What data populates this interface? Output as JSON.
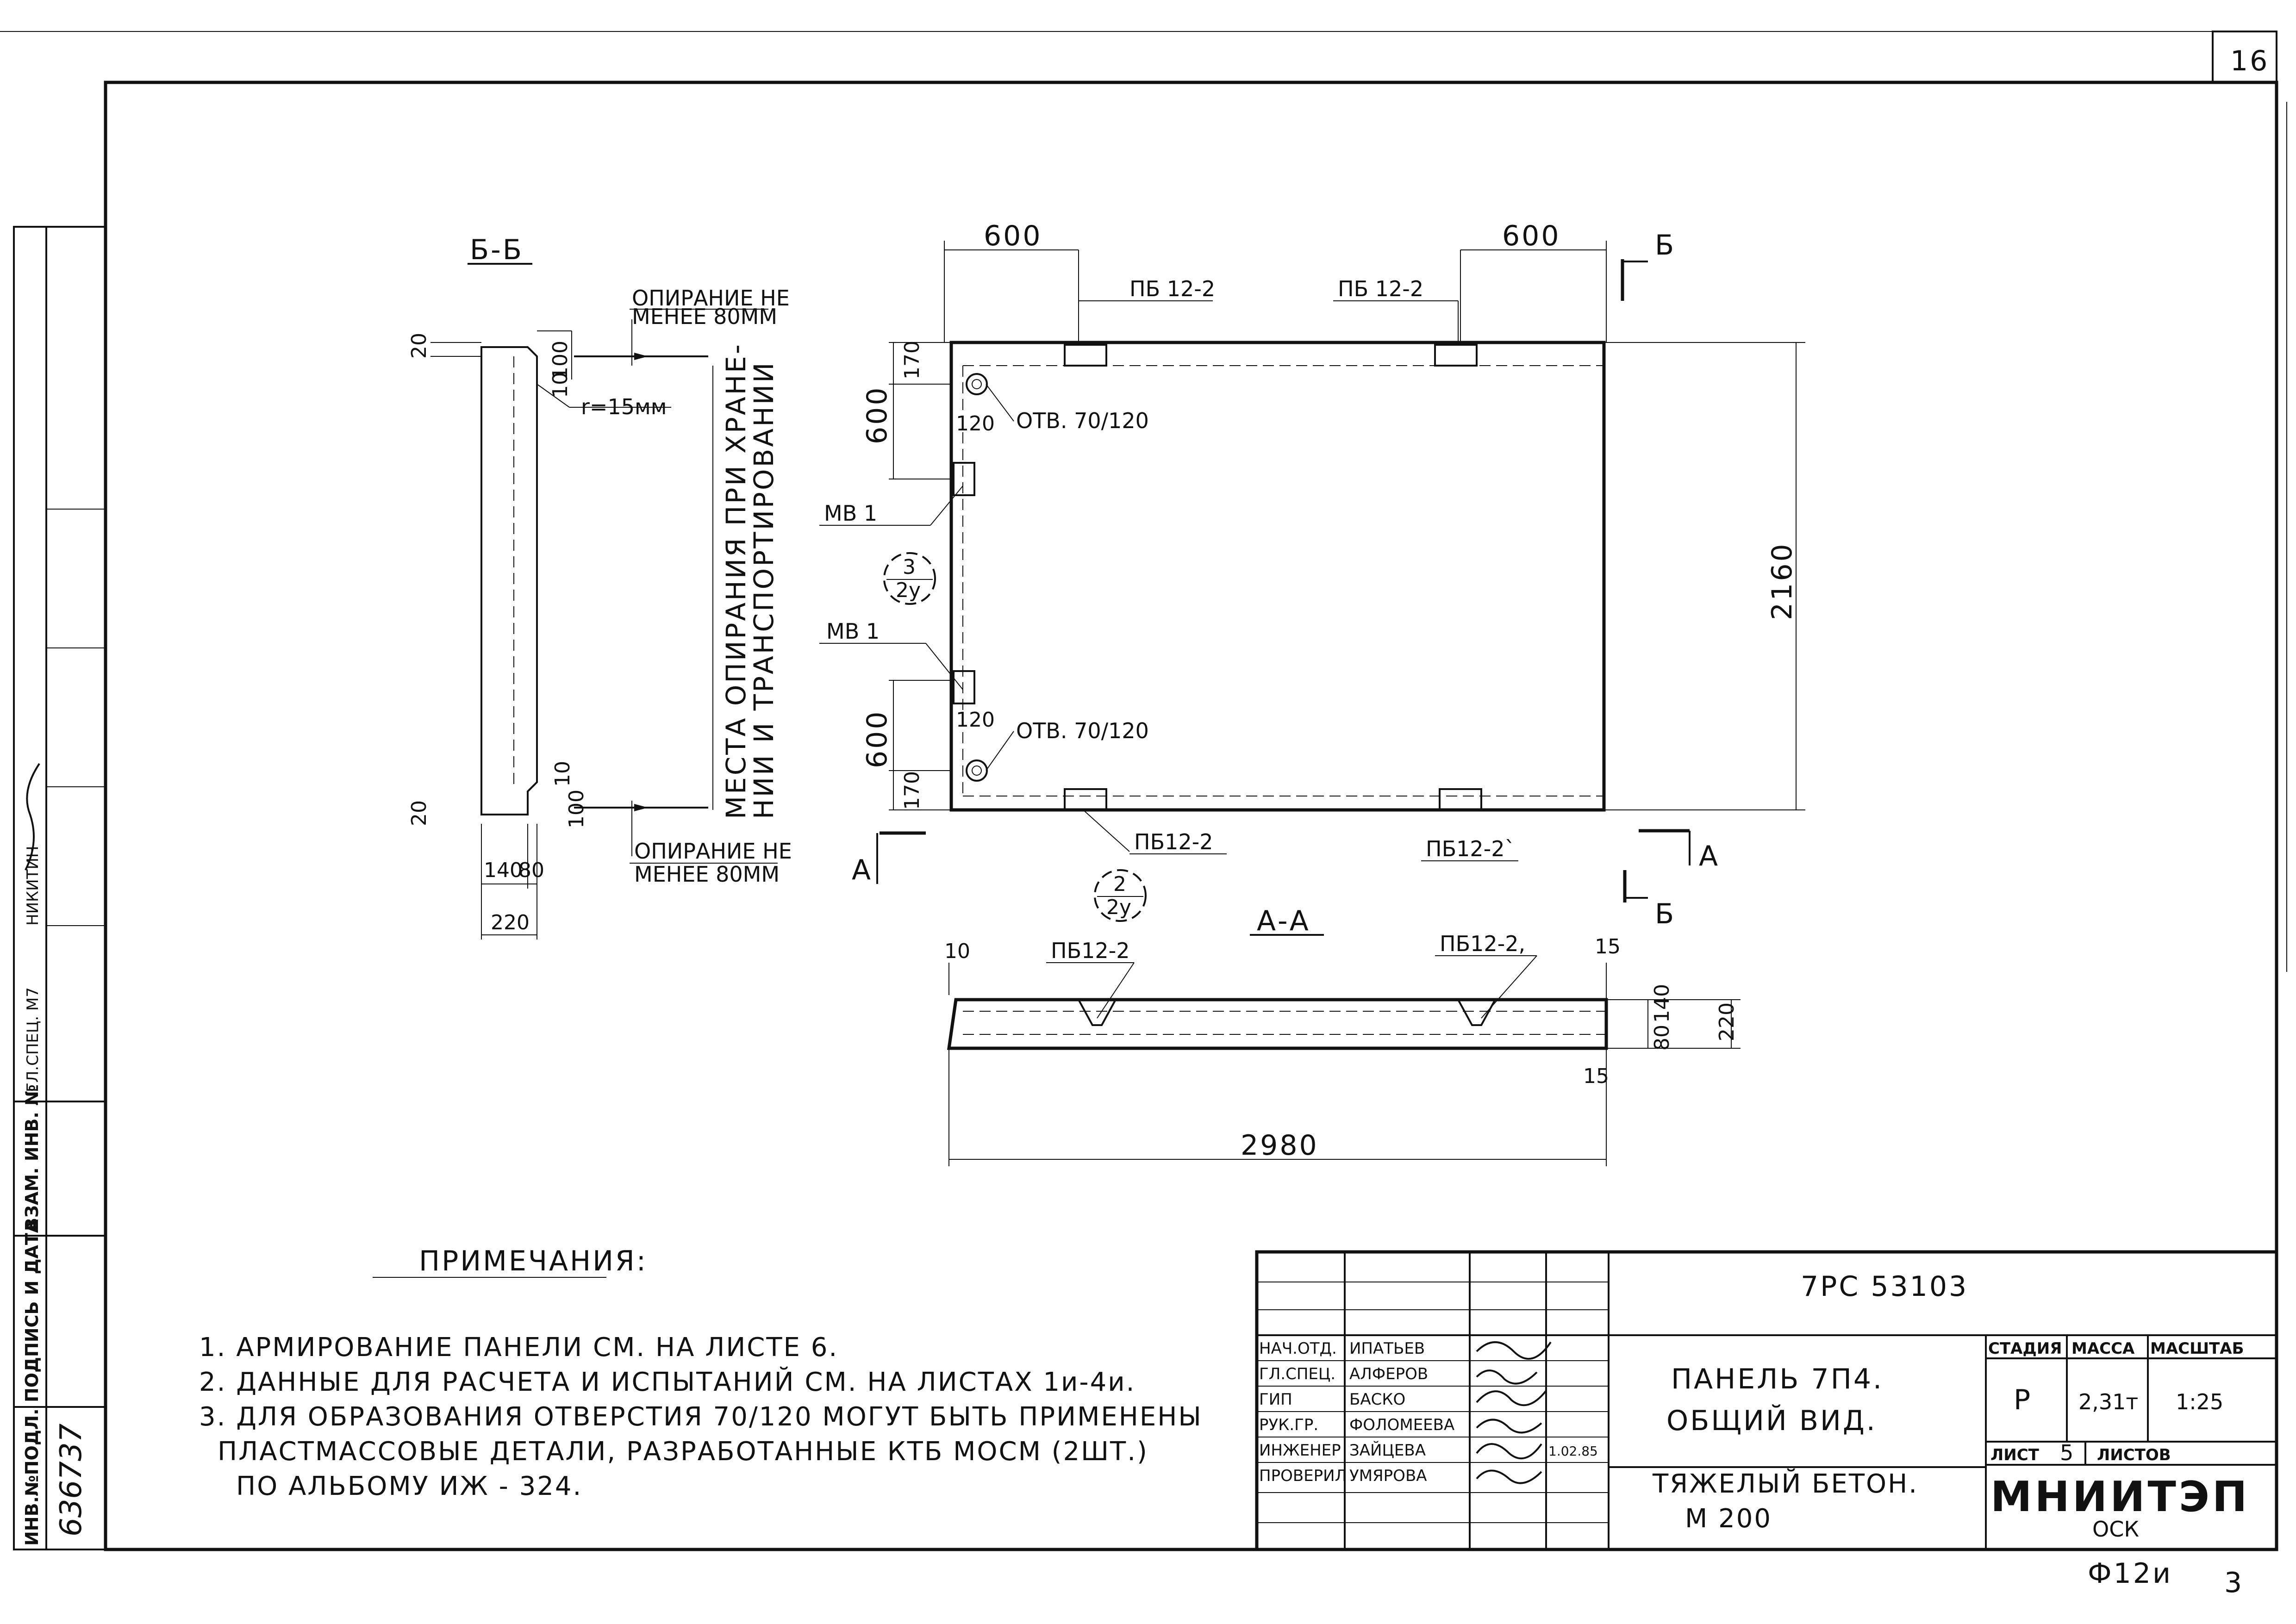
{
  "sheet": {
    "page_number": "16",
    "footer_code": "Ф12и",
    "footer_number": "3"
  },
  "section_bb": {
    "title": "Б-Б",
    "support_top": [
      "ОПИРАНИЕ НЕ",
      "МЕНЕЕ 80ММ"
    ],
    "support_bottom": [
      "ОПИРАНИЕ НЕ",
      "МЕНЕЕ 80ММ"
    ],
    "radius": "r=15мм",
    "vertical_note": [
      "МЕСТА ОПИРАНИЯ ПРИ ХРАНЕ-",
      "НИИ И ТРАНСПОРТИРОВАНИИ"
    ],
    "dims": {
      "top_20": "20",
      "top_100": "100",
      "top_10": "10",
      "bot_20": "20",
      "bot_10": "10",
      "bot_100": "100",
      "w140": "140",
      "w80": "80",
      "w220": "220"
    }
  },
  "plan": {
    "dim_left_600": "600",
    "dim_right_600": "600",
    "dim_2160": "2160",
    "dim_600_top": "600",
    "dim_600_bottom": "600",
    "dim_170_top": "170",
    "dim_170_bottom": "170",
    "dim_120_top": "120",
    "dim_120_bottom": "120",
    "label_pb_tl": "ПБ 12-2",
    "label_pb_tr": "ПБ 12-2",
    "label_pb_bl": "ПБ12-2",
    "label_pb_br": "ПБ12-2`",
    "hole_top": "ОТВ. 70/120",
    "hole_bottom": "ОТВ. 70/120",
    "mb1_top": "МВ 1",
    "mb1_bottom": "МВ 1",
    "callout_3": {
      "num": "3",
      "sheet": "2у"
    },
    "callout_2": {
      "num": "2",
      "sheet": "2у"
    },
    "cut_b_top": "Б",
    "cut_b_bottom": "Б",
    "cut_a_left": "А",
    "cut_a_right": "А"
  },
  "section_aa": {
    "title": "А-А",
    "label_pb_left": "ПБ12-2",
    "label_pb_right": "ПБ12-2,",
    "dim_10": "10",
    "dim_15_top": "15",
    "dim_15_bottom": "15",
    "dim_80": "80",
    "dim_140": "140",
    "dim_220": "220",
    "dim_2980": "2980"
  },
  "notes": {
    "title": "ПРИМЕЧАНИЯ:",
    "items": [
      "1. АРМИРОВАНИЕ ПАНЕЛИ СМ. НА ЛИСТЕ 6.",
      "2. ДАННЫЕ ДЛЯ РАСЧЕТА И ИСПЫТАНИЙ СМ. НА ЛИСТАХ 1и-4и.",
      "3. ДЛЯ ОБРАЗОВАНИЯ ОТВЕРСТИЯ 70/120 МОГУТ БЫТЬ ПРИМЕНЕНЫ",
      "ПЛАСТМАССОВЫЕ ДЕТАЛИ, РАЗРАБОТАННЫЕ КТБ МОСМ (2ШТ.)",
      "ПО АЛЬБОМУ ИЖ - 324."
    ]
  },
  "left_strip": {
    "inv_podl": "ИНВ.№ПОДЛ.",
    "podpis": "ПОДПИСЬ И ДАТА",
    "vzam": "ВЗАМ. ИНВ. №",
    "inv_number": "636737",
    "role": "ГЛ.СПЕЦ. М7",
    "name": "НИКИТИН"
  },
  "title_block": {
    "code": "7РС 53103",
    "title_line1": "ПАНЕЛЬ 7П4.",
    "title_line2": "ОБЩИЙ ВИД.",
    "material_line1": "ТЯЖЕЛЫЙ БЕТОН.",
    "material_line2": "М 200",
    "stage_label": "СТАДИЯ",
    "mass_label": "МАССА",
    "scale_label": "МАСШТАБ",
    "stage": "Р",
    "mass": "2,31т",
    "scale": "1:25",
    "sheet_label": "ЛИСТ",
    "sheet_value": "5",
    "sheets_label": "ЛИСТОВ",
    "org": "МНИИТЭП",
    "org_sub": "ОСК",
    "date": "1.02.85",
    "staff": [
      {
        "role": "НАЧ.ОТД.",
        "name": "ИПАТЬЕВ"
      },
      {
        "role": "ГЛ.СПЕЦ.",
        "name": "АЛФЕРОВ"
      },
      {
        "role": "ГИП",
        "name": "БАСКО"
      },
      {
        "role": "РУК.ГР.",
        "name": "ФОЛОМЕЕВА"
      },
      {
        "role": "ИНЖЕНЕР",
        "name": "ЗАЙЦЕВА"
      },
      {
        "role": "ПРОВЕРИЛ",
        "name": "УМЯРОВА"
      }
    ]
  }
}
